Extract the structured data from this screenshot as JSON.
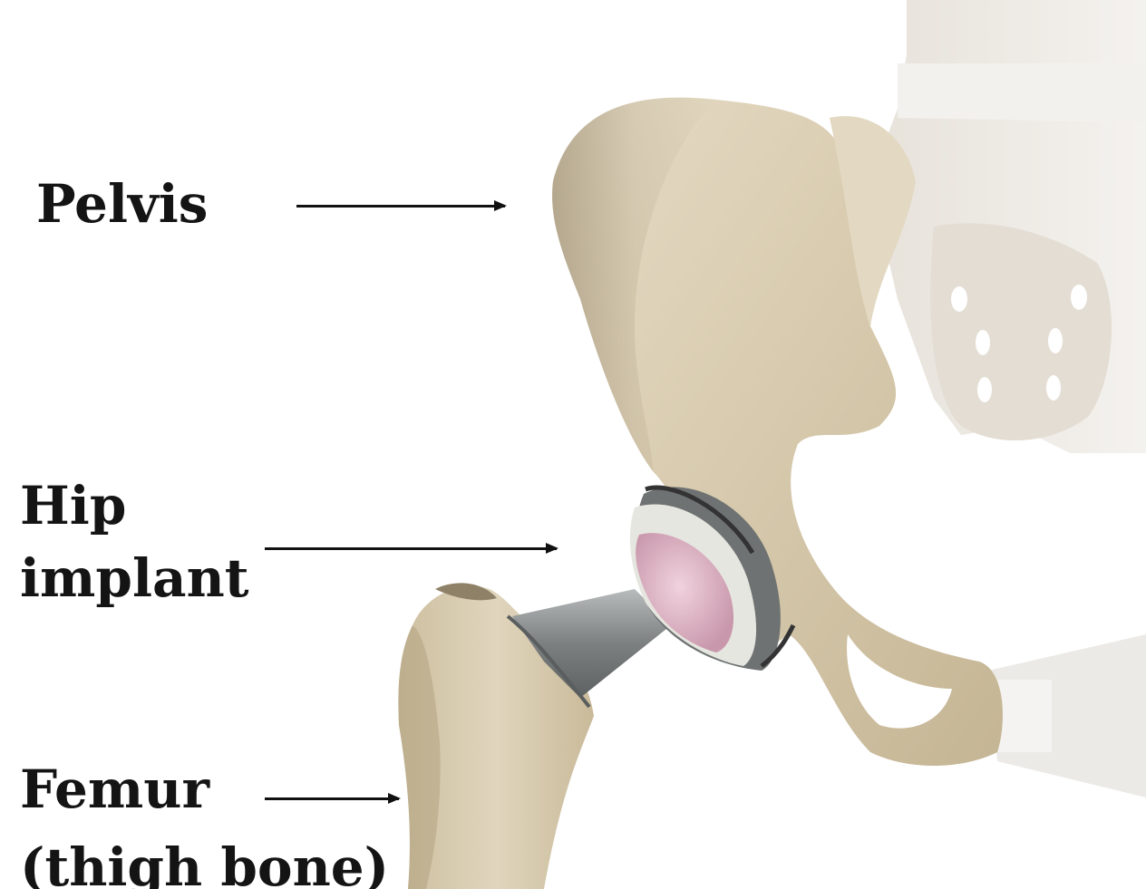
{
  "labels": {
    "pelvis": "Pelvis",
    "hip_implant_line1": "Hip",
    "hip_implant_line2": "implant",
    "femur_line1": "Femur",
    "femur_line2": "(thigh bone)"
  },
  "colors": {
    "bone": "#d9ccb2",
    "bone_shadow": "#a89a7d",
    "faded_bone": "#ebe8e4",
    "implant_metal": "#8c9090",
    "implant_liner": "#e0b8c8",
    "label_text": "#141414"
  }
}
